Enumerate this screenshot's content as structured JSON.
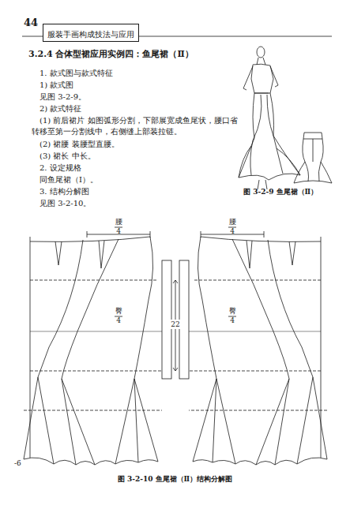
{
  "diagram": {
    "title": "3.2.4 合体型裙应用实例四：鱼尾裙（Ⅱ）",
    "nodes": [
      {
        "text": [
          "服装手画构成技法与应用"
        ]
      }
    ],
    "labels": [
      "44",
      "1. 款式图与款式特征",
      "1) 款式图",
      "见图 3-2-9。",
      "2) 款式特征",
      "(1) 前后裙片 如图弧形分割，下部展宽成鱼尾状，腰口省转移至第一分割线中，右侧缝上部装拉链。",
      "(2) 裙腰 装腰型直腰。",
      "(3) 裙长 中长。",
      "2. 设定规格",
      "同鱼尾裙（Ⅰ）。",
      "3. 结构分解图",
      "见图 3-2-10。",
      "图 3-2-9 鱼尾裙（Ⅱ）",
      "图 3-2-10 鱼尾裙（Ⅱ）结构分解图",
      "腰",
      "4",
      "腰",
      "4",
      "臀",
      "4",
      "臀",
      "4",
      "22",
      "-6"
    ]
  }
}
